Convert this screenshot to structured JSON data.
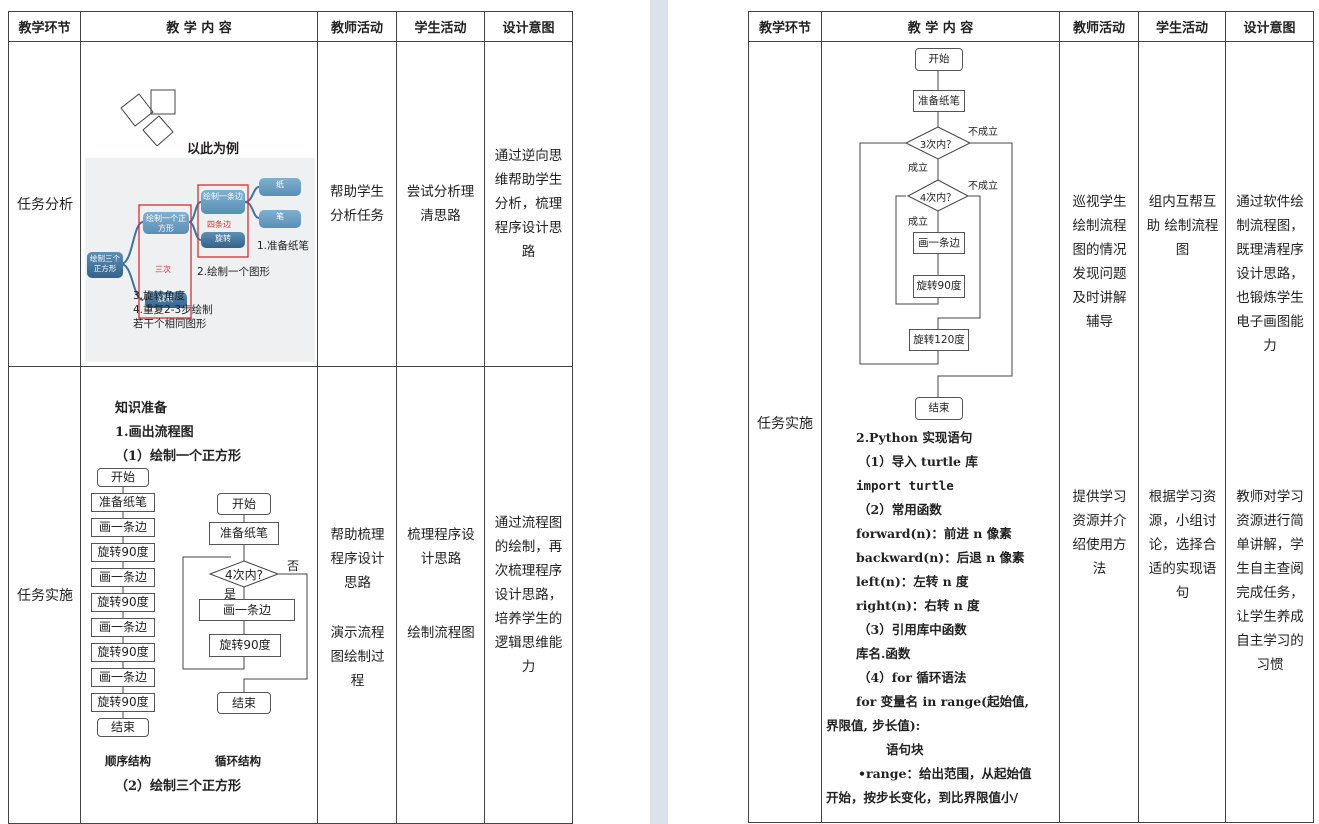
{
  "headers": [
    "教学环节",
    "教 学 内 容",
    "教师活动",
    "学生活动",
    "设计意图"
  ],
  "left": {
    "row1": {
      "stage": "任务分析",
      "mindmap": {
        "title": "以此为例",
        "center": "绘制三个正方形",
        "node_square": "绘制一个正方形",
        "node_side": "绘制一条边",
        "node_paper": "纸",
        "node_pen": "笔",
        "node_rotate1": "旋转",
        "node_rotate2": "旋转",
        "tag_three": "三次",
        "tag_four": "四条边",
        "label1": "1.准备纸笔",
        "label2": "2.绘制一个图形",
        "label3": "3.旋转角度",
        "label4a": "4.重复2-3步绘制",
        "label4b": "若干个相同图形"
      },
      "teacher": "帮助学生分析任务",
      "student": "尝试分析理清思路",
      "intent": "通过逆向思维帮助学生分析，梳理程序设计思路"
    },
    "row2": {
      "stage": "任务实施",
      "heading1": "知识准备",
      "heading2": "1.画出流程图",
      "heading3": "（1）绘制一个正方形",
      "seq_steps": [
        "开始",
        "准备纸笔",
        "画一条边",
        "旋转90度",
        "画一条边",
        "旋转90度",
        "画一条边",
        "旋转90度",
        "画一条边",
        "旋转90度",
        "结束"
      ],
      "loop": {
        "start": "开始",
        "prepare": "准备纸笔",
        "cond": "4次内?",
        "yes": "是",
        "no": "否",
        "draw": "画一条边",
        "rotate": "旋转90度",
        "end": "结束"
      },
      "seq_caption": "顺序结构",
      "loop_caption": "循环结构",
      "heading4": "（2）绘制三个正方形",
      "teacher1": "帮助梳理程序设计思路",
      "teacher2": "演示流程图绘制过程",
      "student1": "梳理程序设计思路",
      "student2": "绘制流程图",
      "intent": "通过流程图的绘制，再次梳理程序设计思路，培养学生的逻辑思维能力"
    }
  },
  "right": {
    "stage": "任务实施",
    "flow": {
      "start": "开始",
      "prepare": "准备纸笔",
      "cond3": "3次内？",
      "cond4": "4次内？",
      "yes1": "成立",
      "no1": "不成立",
      "yes2": "成立",
      "no2": "不成立",
      "draw": "画一条边",
      "rot90": "旋转90度",
      "rot120": "旋转120度",
      "end": "结束"
    },
    "lines": [
      "2.Python 实现语句",
      "（1）导入 turtle 库",
      "import turtle",
      "（2）常用函数",
      "forward(n)：前进 n 像素",
      "backward(n)：后退 n 像素",
      "left(n)：左转 n 度",
      "right(n)：右转 n 度",
      "（3）引用库中函数",
      "库名.函数",
      "（4）for 循环语法",
      "for 变量名 in range(起始值,",
      "界限值, 步长值):",
      "语句块",
      "•range：给出范围，从起始值",
      "开始，按步长变化，到比界限值小/"
    ],
    "teacher1": "巡视学生绘制流程图的情况发现问题及时讲解辅导",
    "teacher2": "提供学习资源并介绍使用方法",
    "student1": "组内互帮互助 绘制流程图",
    "student2": "根据学习资源，小组讨论，选择合适的实现语句",
    "intent1": "通过软件绘制流程图，既理清程序设计思路，也锻炼学生电子画图能力",
    "intent2": "教师对学习资源进行简单讲解，学生自主查阅完成任务，让学生养成自主学习的习惯"
  }
}
